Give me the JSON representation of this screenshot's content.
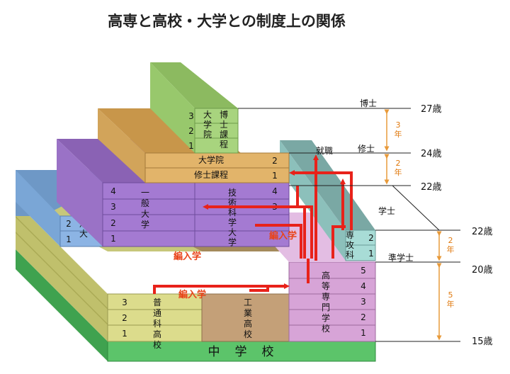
{
  "title": "高専と高校・大学との制度上の関係",
  "blocks": {
    "chugakko": "中　学　校",
    "futsuka": [
      "普",
      "通",
      "科",
      "高",
      "校"
    ],
    "kogyo": [
      "工",
      "業",
      "高",
      "校"
    ],
    "kosen": [
      "高",
      "等",
      "専",
      "門",
      "学",
      "校"
    ],
    "kosen_years": [
      "5",
      "4",
      "3",
      "2",
      "1"
    ],
    "hs_years": [
      "3",
      "2",
      "1"
    ],
    "ippan": [
      "一",
      "般",
      "大",
      "学"
    ],
    "gijutsu": [
      "技",
      "術",
      "科",
      "学",
      "大",
      "学"
    ],
    "univ_years": [
      "4",
      "3",
      "2",
      "1"
    ],
    "tandai": [
      "短",
      "大"
    ],
    "tandai_years": [
      "2",
      "1"
    ],
    "senkoka": [
      "専",
      "攻",
      "科"
    ],
    "senkoka_years": [
      "2",
      "1"
    ],
    "shushi_label": "修士課程",
    "daigakuin_label": "大学院",
    "master_years": [
      "2",
      "1"
    ],
    "hakushi_a": [
      "大",
      "学",
      "院"
    ],
    "hakushi_b": [
      "博",
      "士",
      "課",
      "程"
    ],
    "doctor_years": [
      "3",
      "2",
      "1"
    ]
  },
  "arrows": {
    "hennyu": "編入学",
    "shushoku": "就職"
  },
  "degrees": {
    "hakushi": "博士",
    "shushi": "修士",
    "gakushi": "学士",
    "jungakushi": "準学士"
  },
  "ages": {
    "a27": "27歳",
    "a24": "24歳",
    "a22a": "22歳",
    "a22b": "22歳",
    "a20": "20歳",
    "a15": "15歳"
  },
  "durations": {
    "d3": [
      "3",
      "年"
    ],
    "d2a": [
      "2",
      "年"
    ],
    "d2b": [
      "2",
      "年"
    ],
    "d5": [
      "5",
      "年"
    ]
  },
  "colors": {
    "green": "#5cc46a",
    "yellow": "#dcdc8c",
    "brown": "#c4a078",
    "pink": "#d7a4d7",
    "purple": "#a47ad2",
    "blue": "#8cb4e4",
    "teal": "#a8dcd6",
    "orange": "#e2b46a",
    "lightgreen": "#a8d47e",
    "arrow": "#e8221a",
    "duration": "#e89a3a"
  }
}
